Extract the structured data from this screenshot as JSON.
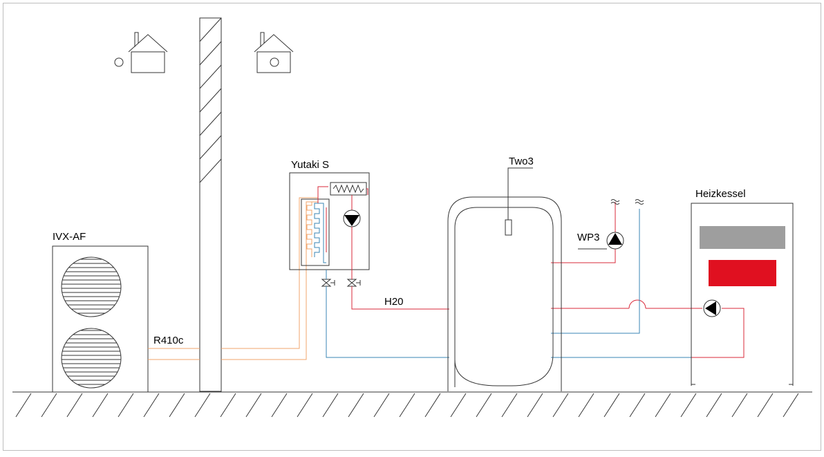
{
  "labels": {
    "outdoor_unit": "IVX-AF",
    "refrigerant": "R410c",
    "indoor_unit": "Yutaki S",
    "sensor": "Two3",
    "pump": "WP3",
    "water": "H20",
    "boiler": "Heizkessel"
  },
  "colors": {
    "supply_line": "#d9293a",
    "return_line": "#3a86b4",
    "refrigerant_line": "#f0a46b",
    "boiler_panel_gray": "#9e9e9e",
    "boiler_panel_red": "#e01020"
  }
}
